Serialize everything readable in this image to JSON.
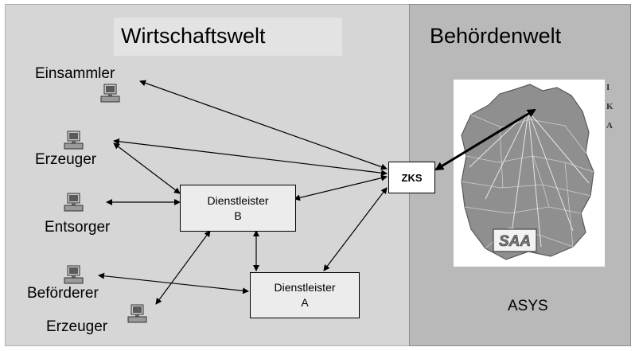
{
  "panes": {
    "left_title": "Wirtschaftswelt",
    "right_title": "Behördenwelt"
  },
  "actors": {
    "einsammler": "Einsammler",
    "erzeuger_1": "Erzeuger",
    "entsorger": "Entsorger",
    "befoerderer": "Beförderer",
    "erzeuger_2": "Erzeuger"
  },
  "nodes": {
    "dienstleister_b_line1": "Dienstleister",
    "dienstleister_b_line2": "B",
    "dienstleister_a_line1": "Dienstleister",
    "dienstleister_a_line2": "A",
    "zks": "ZKS"
  },
  "map": {
    "badge": "SAA",
    "caption": "ASYS",
    "side_letters": [
      "I",
      "K",
      "A"
    ]
  },
  "colors": {
    "left_pane": "#d6d6d6",
    "right_pane": "#b9b9b9",
    "box_fill": "#ececec"
  },
  "icons": [
    "computer-icon",
    "germany-map-icon"
  ]
}
